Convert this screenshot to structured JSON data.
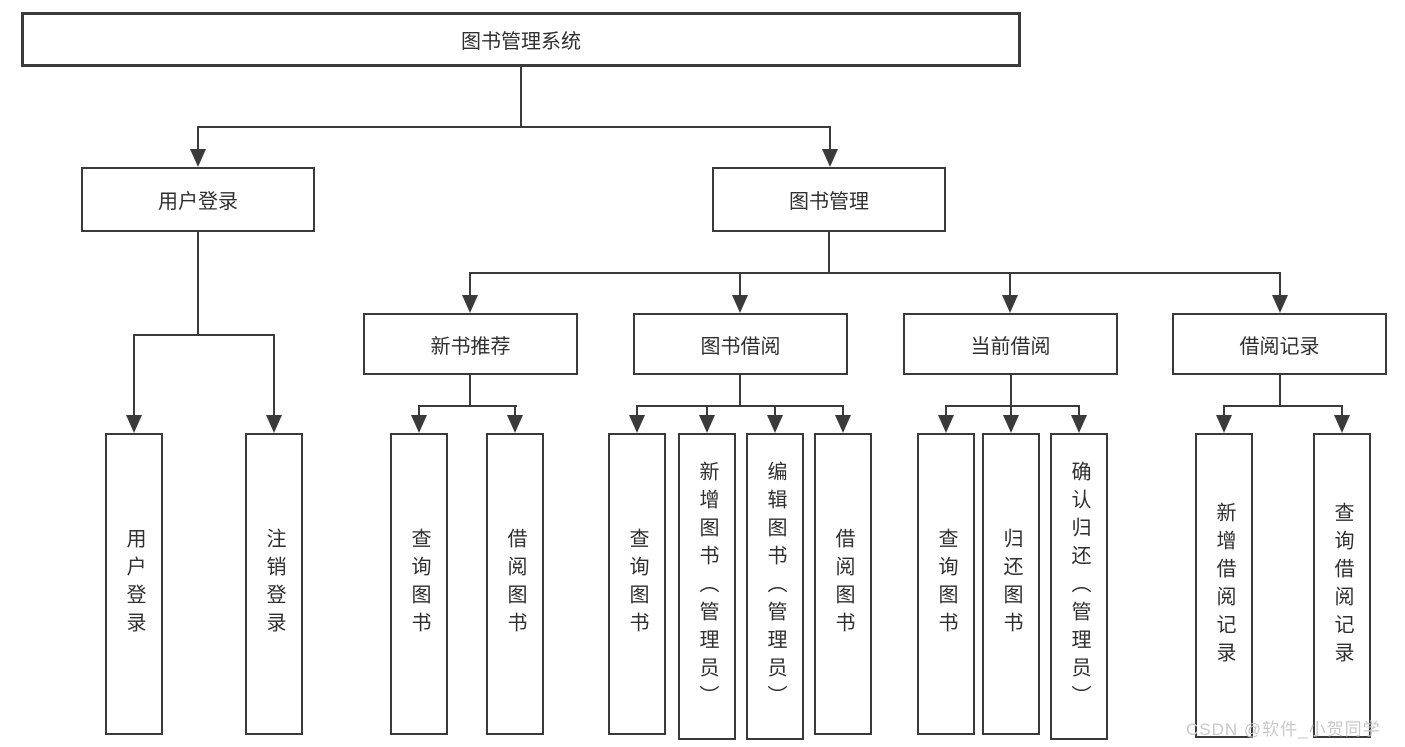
{
  "tree": {
    "label": "图书管理系统",
    "children": [
      {
        "label": "用户登录",
        "children": [
          {
            "label": "用户登录"
          },
          {
            "label": "注销登录"
          }
        ]
      },
      {
        "label": "图书管理",
        "children": [
          {
            "label": "新书推荐",
            "children": [
              {
                "label": "查询图书"
              },
              {
                "label": "借阅图书"
              }
            ]
          },
          {
            "label": "图书借阅",
            "children": [
              {
                "label": "查询图书"
              },
              {
                "label": "新增图书（管理员）"
              },
              {
                "label": "编辑图书（管理员）"
              },
              {
                "label": "借阅图书"
              }
            ]
          },
          {
            "label": "当前借阅",
            "children": [
              {
                "label": "查询图书"
              },
              {
                "label": "归还图书"
              },
              {
                "label": "确认归还（管理员）"
              }
            ]
          },
          {
            "label": "借阅记录",
            "children": [
              {
                "label": "新增借阅记录"
              },
              {
                "label": "查询借阅记录"
              }
            ]
          }
        ]
      }
    ]
  },
  "watermark": {
    "text": "CSDN @软件_小贺同学",
    "color": "#c9c9c9"
  },
  "colors": {
    "line": "#3a3a3a",
    "text": "#2f2f2f",
    "background": "#ffffff"
  }
}
